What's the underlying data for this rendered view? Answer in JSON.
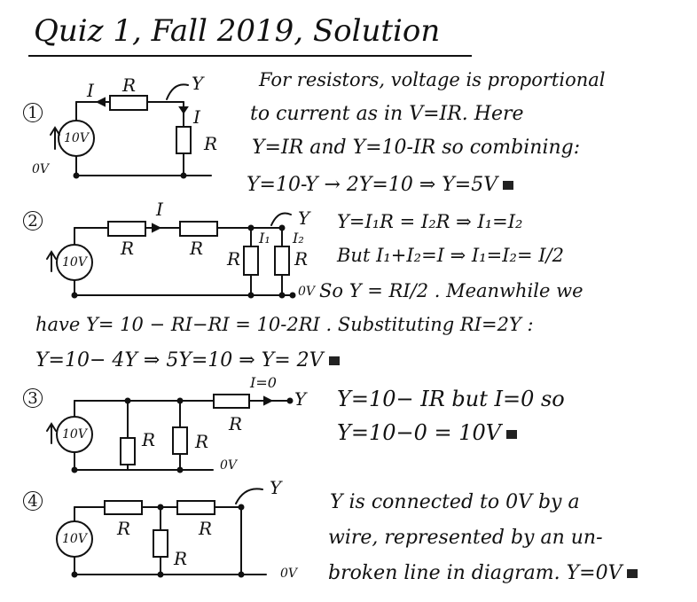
{
  "title": "Quiz 1, Fall 2019, Solution",
  "problems": [
    {
      "number": "1",
      "circuit_labels": {
        "current": "I",
        "resistor_top": "R",
        "node": "Y",
        "current_down": "I",
        "resistor_right": "R",
        "source": "10V",
        "ground": "0V"
      },
      "lines": [
        "For resistors, voltage is proportional",
        "to current as in  V=IR.  Here",
        "Y=IR  and  Y=10-IR  so combining:",
        "Y=10-Y  →  2Y=10  ⇒  Y=5V"
      ]
    },
    {
      "number": "2",
      "circuit_labels": {
        "current": "I",
        "resistor_1": "R",
        "resistor_2": "R",
        "resistor_3": "R",
        "resistor_4": "R",
        "i1": "I₁",
        "i2": "I₂",
        "node": "Y",
        "source": "10V",
        "ground": "0V"
      },
      "lines": [
        "Y=I₁R = I₂R  ⇒ I₁=I₂",
        "But  I₁+I₂=I ⇒ I₁=I₂= I/2",
        "So Y = RI/2 . Meanwhile we",
        "have  Y= 10 − RI−RI = 10-2RI . Substituting  RI=2Y :",
        "Y=10− 4Y  ⇒  5Y=10  ⇒  Y= 2V"
      ]
    },
    {
      "number": "3",
      "circuit_labels": {
        "current": "I=0",
        "node": "Y",
        "resistor_1": "R",
        "resistor_2": "R",
        "resistor_series": "R",
        "source": "10V",
        "ground": "0V"
      },
      "lines": [
        "Y=10− IR  but  I=0  so",
        "Y=10−0 = 10V"
      ]
    },
    {
      "number": "4",
      "circuit_labels": {
        "resistor_1": "R",
        "resistor_2": "R",
        "resistor_3": "R",
        "node": "Y",
        "source": "10V",
        "ground": "0V"
      },
      "lines": [
        "Y is connected to 0V by a",
        "wire, represented by an un-",
        "broken line in diagram. Y=0V"
      ]
    }
  ]
}
